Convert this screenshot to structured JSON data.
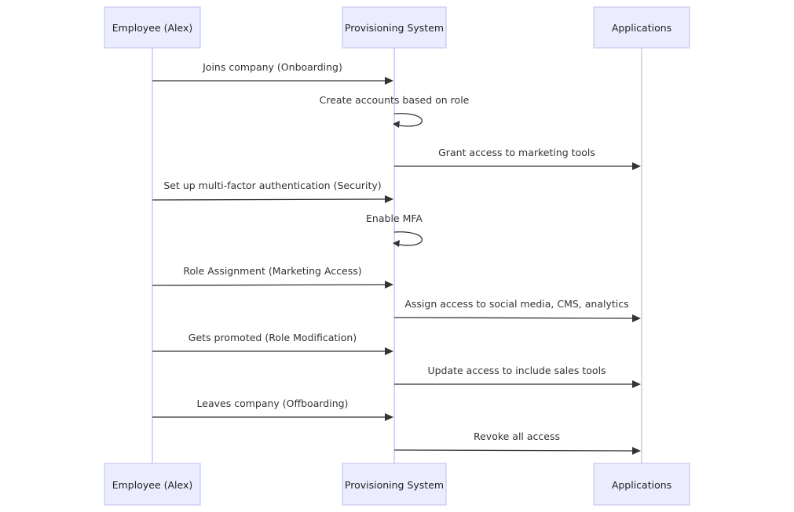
{
  "participants": [
    {
      "id": "employee",
      "label": "Employee (Alex)"
    },
    {
      "id": "prov",
      "label": "Provisioning System"
    },
    {
      "id": "apps",
      "label": "Applications"
    }
  ],
  "messages": [
    {
      "id": "m1",
      "from": "employee",
      "to": "prov",
      "label": "Joins company (Onboarding)"
    },
    {
      "id": "m2",
      "from": "prov",
      "to": "prov",
      "label": "Create accounts based on role"
    },
    {
      "id": "m3",
      "from": "prov",
      "to": "apps",
      "label": "Grant access to marketing tools"
    },
    {
      "id": "m4",
      "from": "employee",
      "to": "prov",
      "label": "Set up multi-factor authentication (Security)"
    },
    {
      "id": "m5",
      "from": "prov",
      "to": "prov",
      "label": "Enable MFA"
    },
    {
      "id": "m6",
      "from": "employee",
      "to": "prov",
      "label": "Role Assignment (Marketing Access)"
    },
    {
      "id": "m7",
      "from": "prov",
      "to": "apps",
      "label": "Assign access to social media, CMS, analytics"
    },
    {
      "id": "m8",
      "from": "employee",
      "to": "prov",
      "label": "Gets promoted (Role Modification)"
    },
    {
      "id": "m9",
      "from": "prov",
      "to": "apps",
      "label": "Update access to include sales tools"
    },
    {
      "id": "m10",
      "from": "employee",
      "to": "prov",
      "label": "Leaves company (Offboarding)"
    },
    {
      "id": "m11",
      "from": "prov",
      "to": "apps",
      "label": "Revoke all access"
    }
  ]
}
